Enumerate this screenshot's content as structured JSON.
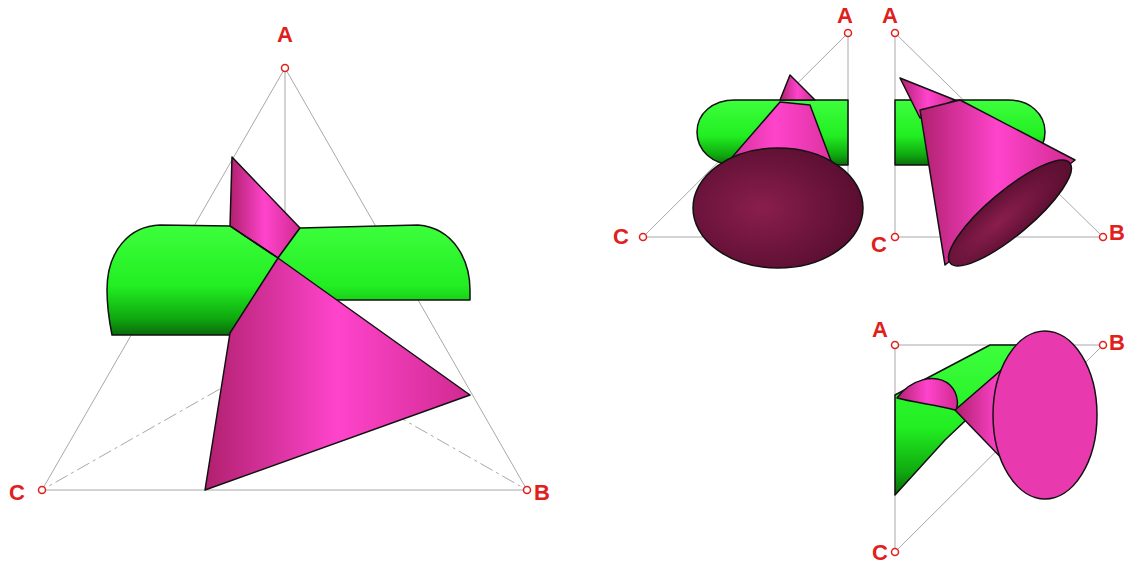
{
  "diagram": {
    "labels": [
      "A",
      "C",
      "B",
      "A",
      "C",
      "A",
      "C",
      "B",
      "A",
      "B",
      "C"
    ]
  }
}
